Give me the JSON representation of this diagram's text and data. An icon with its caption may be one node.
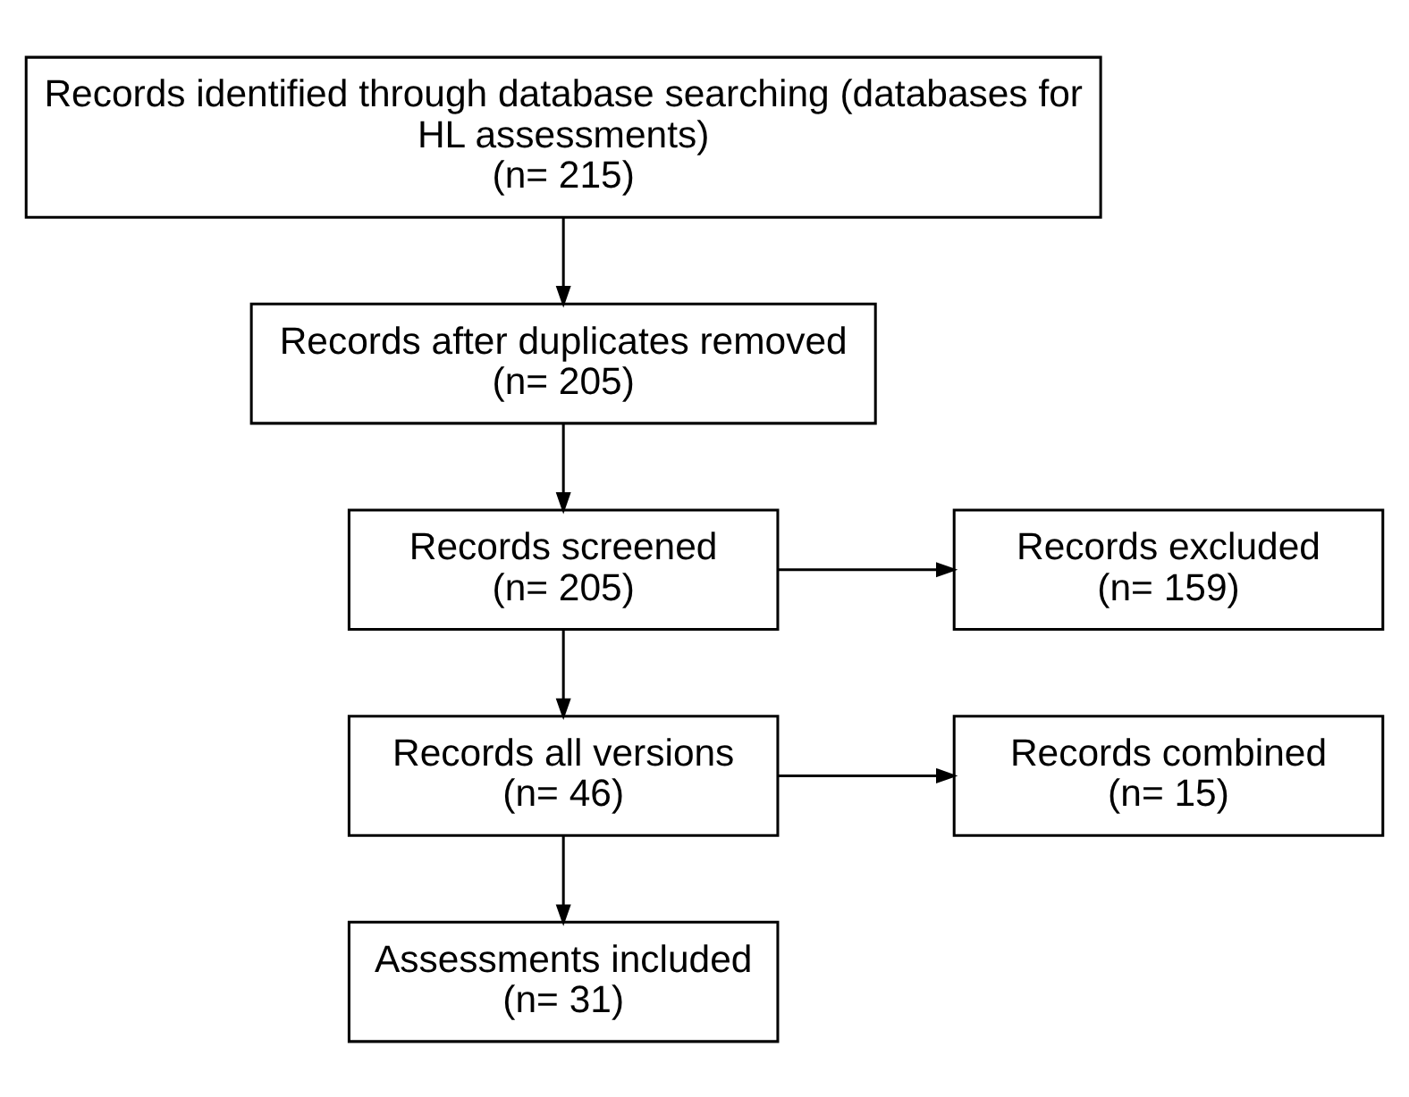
{
  "diagram": {
    "nodes": [
      {
        "text": [
          "Records identified through database searching (databases for HL assessments)",
          "(n= 215)"
        ]
      },
      {
        "text": [
          "Records after duplicates removed",
          "(n= 205)"
        ]
      },
      {
        "text": [
          "Records screened",
          "(n= 205)"
        ]
      },
      {
        "text": [
          "Records excluded",
          "(n= 159)"
        ]
      },
      {
        "text": [
          "Records all versions",
          "(n= 46)"
        ]
      },
      {
        "text": [
          "Records combined",
          "(n= 15)"
        ]
      },
      {
        "text": [
          "Assessments included",
          "(n= 31)"
        ]
      }
    ],
    "edges": [
      {
        "from": 0,
        "to": 1,
        "arrow": "to"
      },
      {
        "from": 1,
        "to": 2,
        "arrow": "to"
      },
      {
        "from": 2,
        "to": 3,
        "arrow": "to"
      },
      {
        "from": 2,
        "to": 4,
        "arrow": "to"
      },
      {
        "from": 4,
        "to": 5,
        "arrow": "to"
      },
      {
        "from": 4,
        "to": 6,
        "arrow": "to"
      }
    ]
  }
}
